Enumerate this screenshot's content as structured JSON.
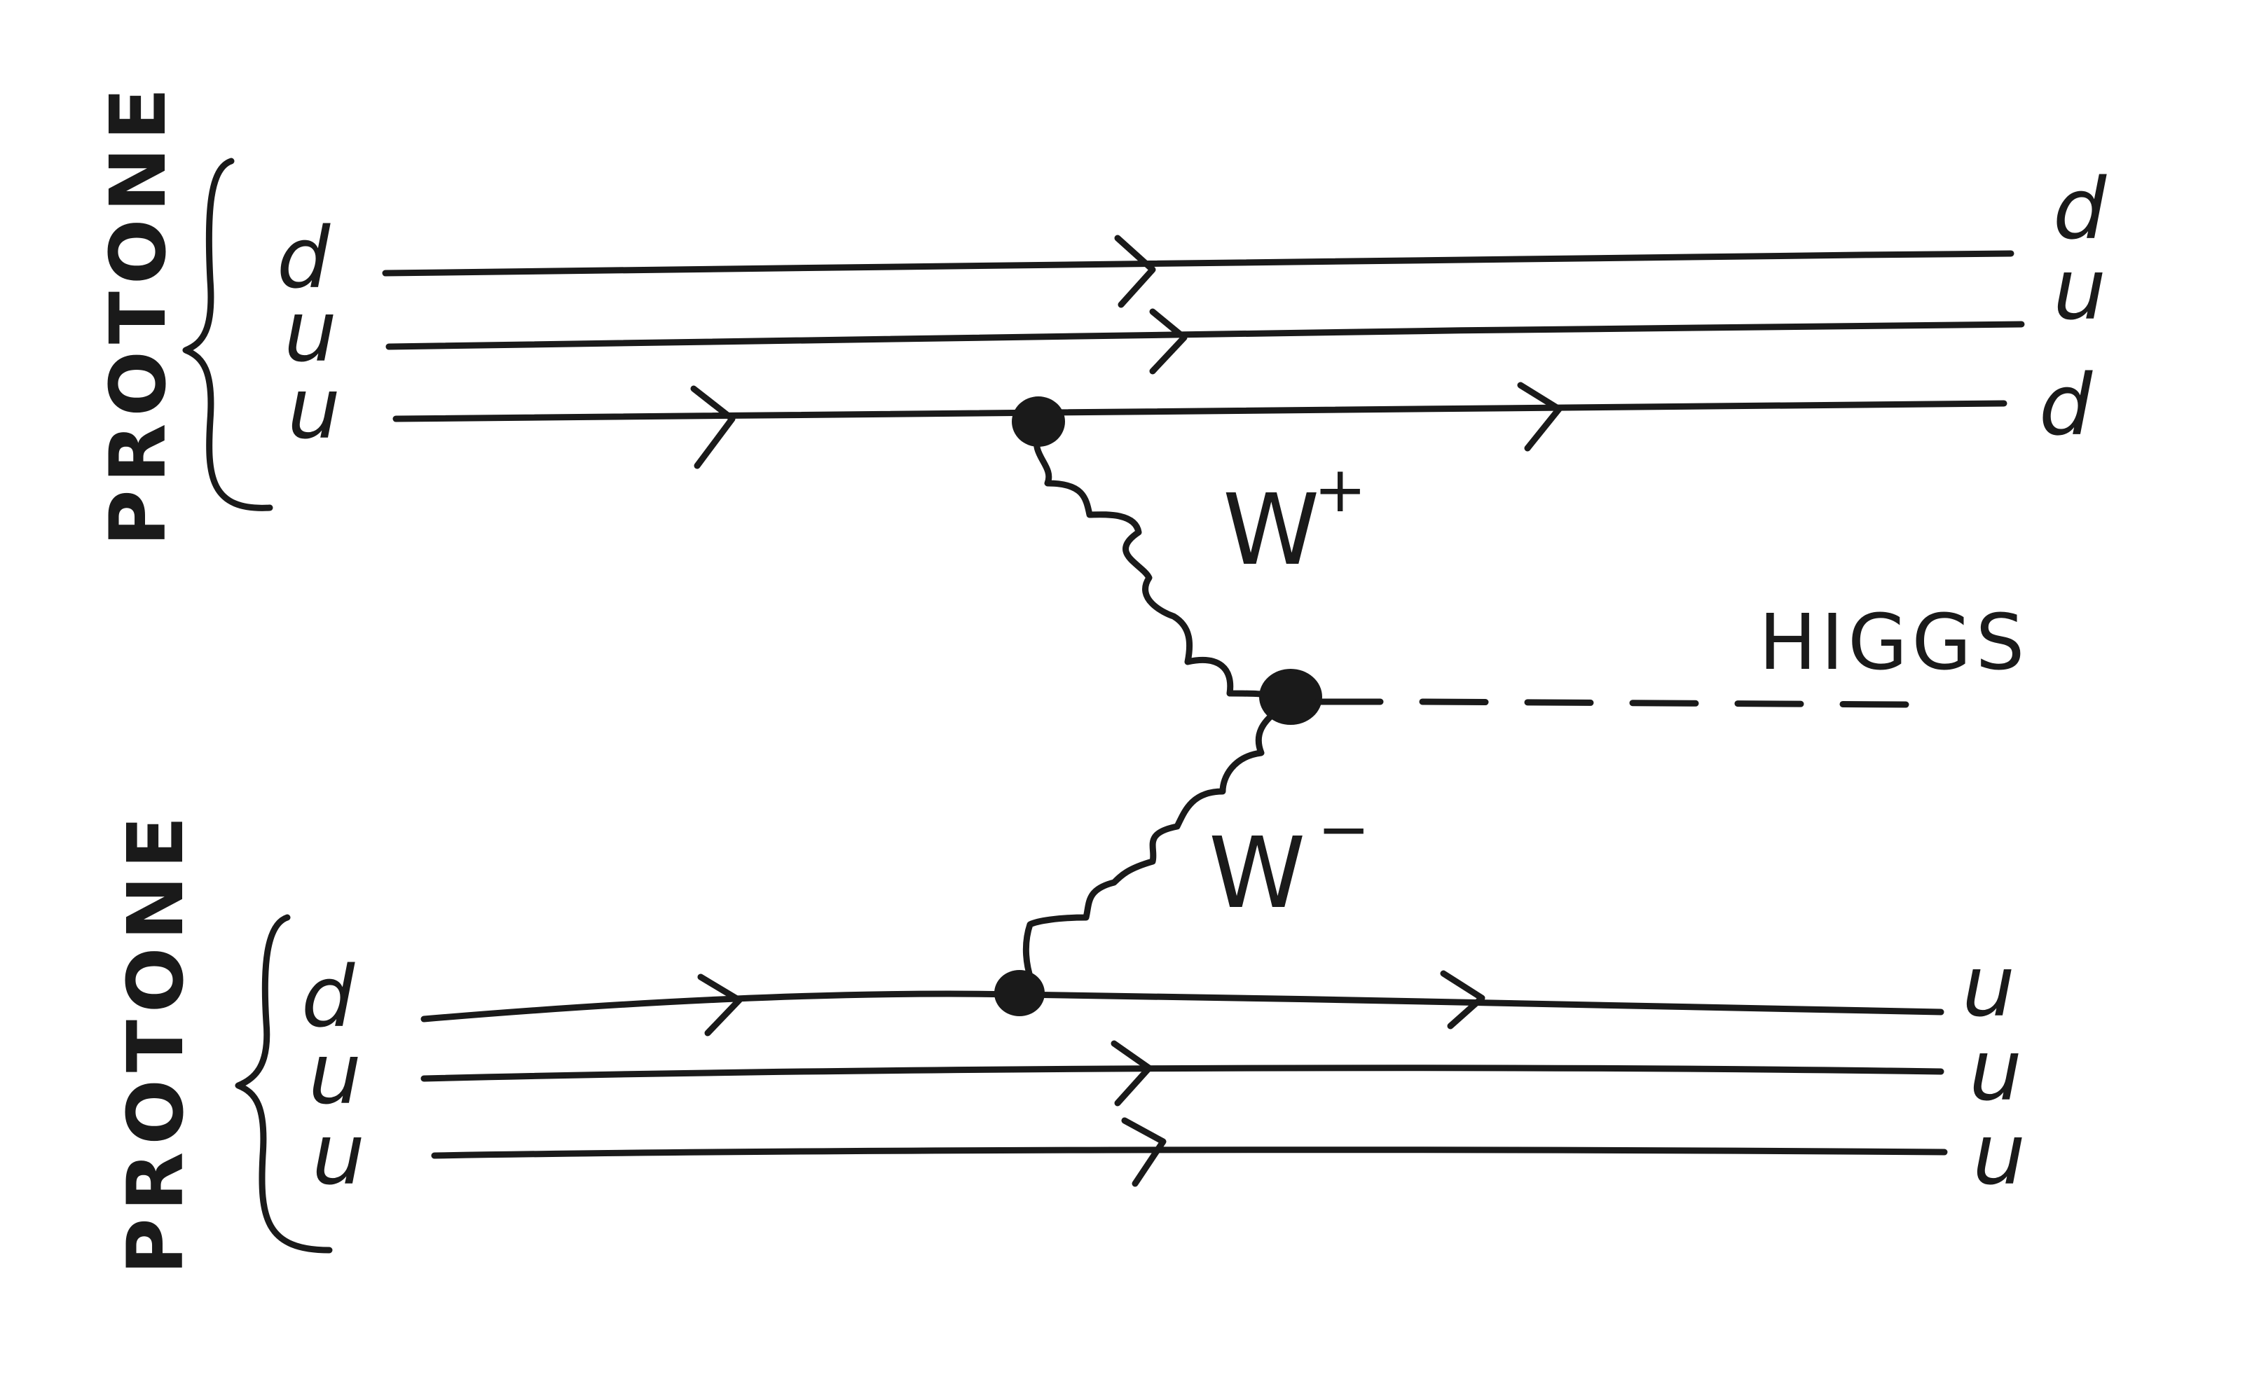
{
  "diagram": {
    "ink_color": "#1a1a1a",
    "background": "#ffffff",
    "top_proton": {
      "label": "PROTONE",
      "incoming_quarks": [
        "d",
        "u",
        "u"
      ],
      "outgoing_quarks": [
        "d",
        "u",
        "d"
      ]
    },
    "bottom_proton": {
      "label": "PROTONE",
      "incoming_quarks": [
        "d",
        "u",
        "u"
      ],
      "outgoing_quarks": [
        "u",
        "u",
        "u"
      ]
    },
    "bosons": {
      "upper": {
        "name": "W",
        "charge": "+"
      },
      "lower": {
        "name": "W",
        "charge": "−"
      }
    },
    "higgs_label": "HIGGS"
  }
}
